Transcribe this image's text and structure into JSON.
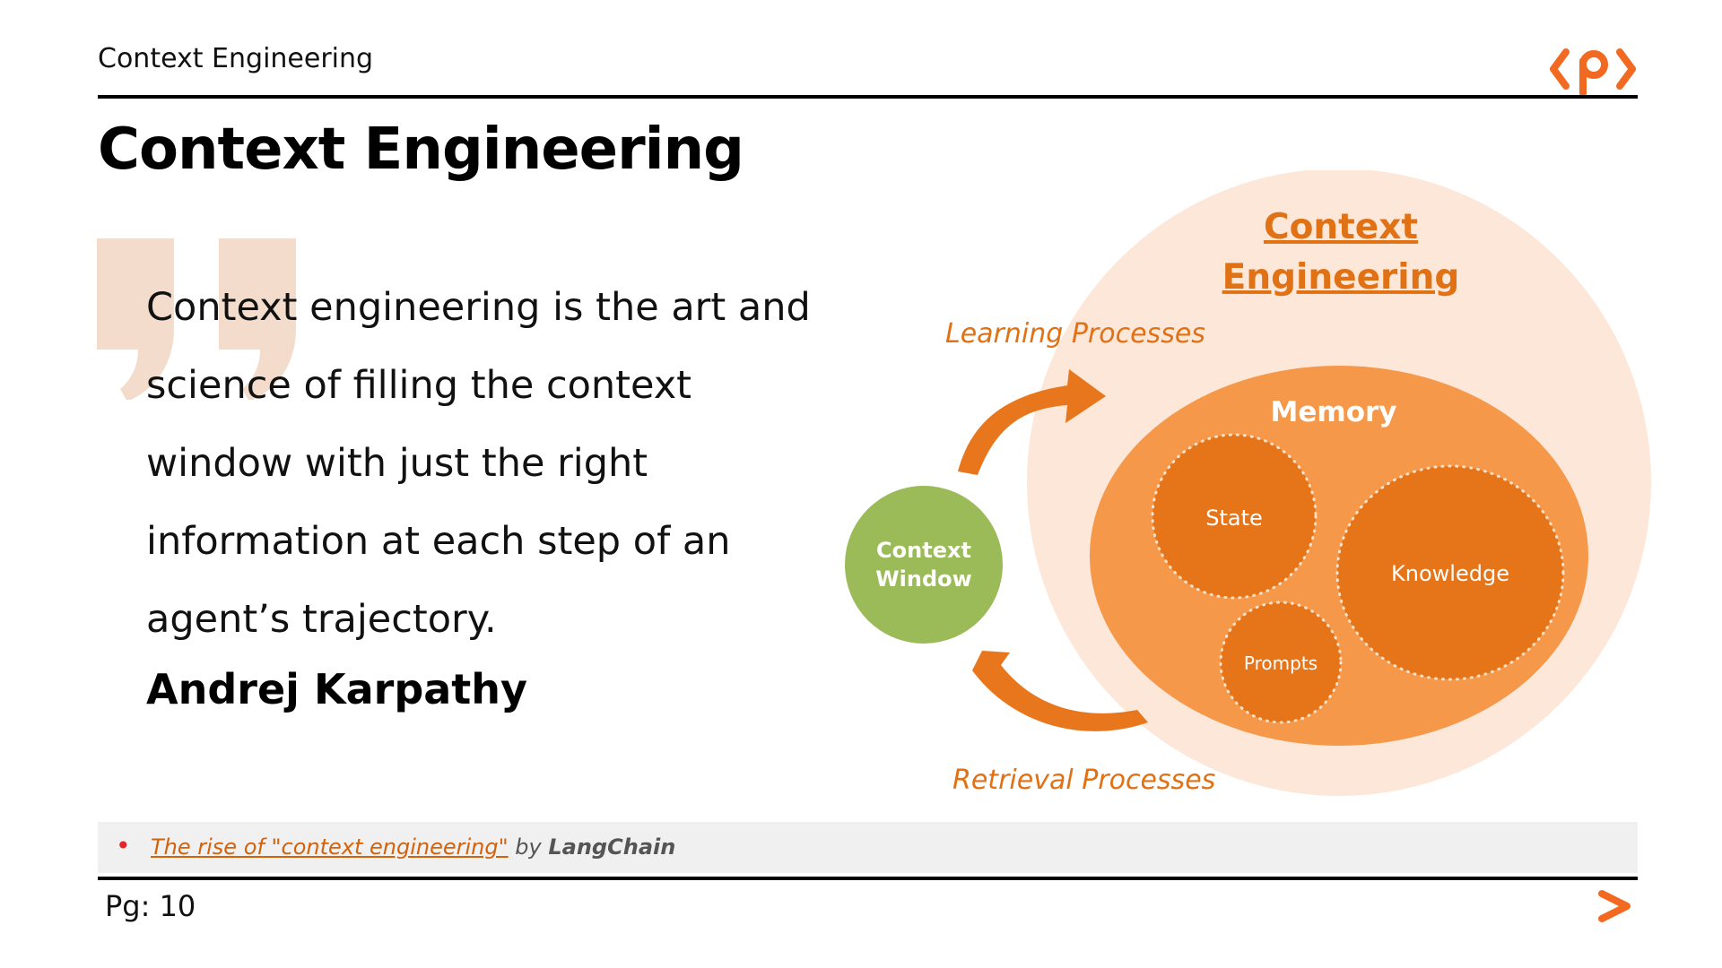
{
  "header": {
    "title": "Context Engineering",
    "logo_icon": "packt-logo-icon"
  },
  "page": {
    "heading": "Context Engineering",
    "page_number": "Pg: 10"
  },
  "quote": {
    "lines": [
      "Context engineering is the art and",
      "science of filling the context",
      "window with just the right",
      "information at each step of an",
      "agent’s trajectory."
    ],
    "author": "Andrej Karpathy"
  },
  "diagram": {
    "outer_title_line1": "Context",
    "outer_title_line2": "Engineering",
    "memory_label": "Memory",
    "state_label": "State",
    "knowledge_label": "Knowledge",
    "prompts_label": "Prompts",
    "context_window_line1": "Context",
    "context_window_line2": "Window",
    "learning_label": "Learning Processes",
    "retrieval_label": "Retrieval Processes"
  },
  "source": {
    "pin_icon": "pushpin-icon",
    "link_text": "The rise of \"context engineering\"",
    "by_text": " by ",
    "author": "LangChain"
  },
  "colors": {
    "accent": "#e8761c",
    "outer_circle": "#fce7d8",
    "memory": "#f5984a",
    "inner_circles": "#e6751a",
    "context_window": "#9bbb59",
    "quote_mark": "#f3dccb"
  }
}
